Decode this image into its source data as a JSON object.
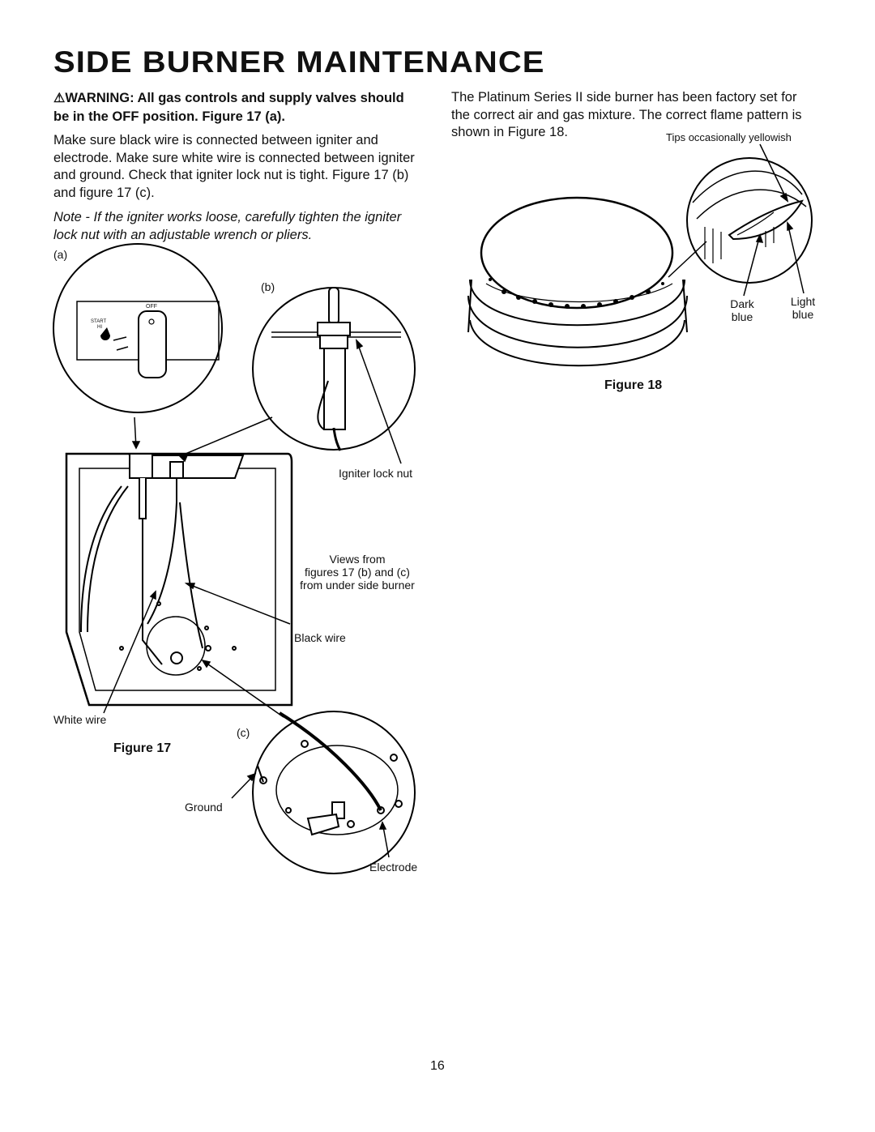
{
  "title": "SIDE BURNER MAINTENANCE",
  "warning": "WARNING: All gas controls and supply valves should be in the OFF position. Figure 17 (a).",
  "instructions": "Make sure black wire is connected between igniter and electrode. Make sure white wire is connected between igniter and ground. Check that igniter lock nut is tight. Figure 17 (b) and figure 17 (c).",
  "note": "Note -  If the igniter works loose, carefully tighten the igniter lock nut with an adjustable wrench or pliers.",
  "right_para": "The Platinum Series II side burner has been factory set for the correct air and gas mixture. The correct flame pattern is shown in Figure 18.",
  "fig17": {
    "label_a": "(a)",
    "label_b": "(b)",
    "label_c": "(c)",
    "knob_off": "OFF",
    "knob_start": "START",
    "knob_hi": "HI",
    "igniter_lock_nut": "Igniter lock nut",
    "views_from": "Views from",
    "views_from_2": "figures 17 (b) and (c)",
    "views_from_3": "from under side burner",
    "black_wire": "Black wire",
    "white_wire": "White wire",
    "ground": "Ground",
    "electrode": "Electrode",
    "caption": "Figure 17"
  },
  "fig18": {
    "tips": "Tips occasionally yellowish",
    "dark_blue_1": "Dark",
    "dark_blue_2": "blue",
    "light_blue_1": "Light",
    "light_blue_2": "blue",
    "caption": "Figure 18"
  },
  "page_number": "16"
}
